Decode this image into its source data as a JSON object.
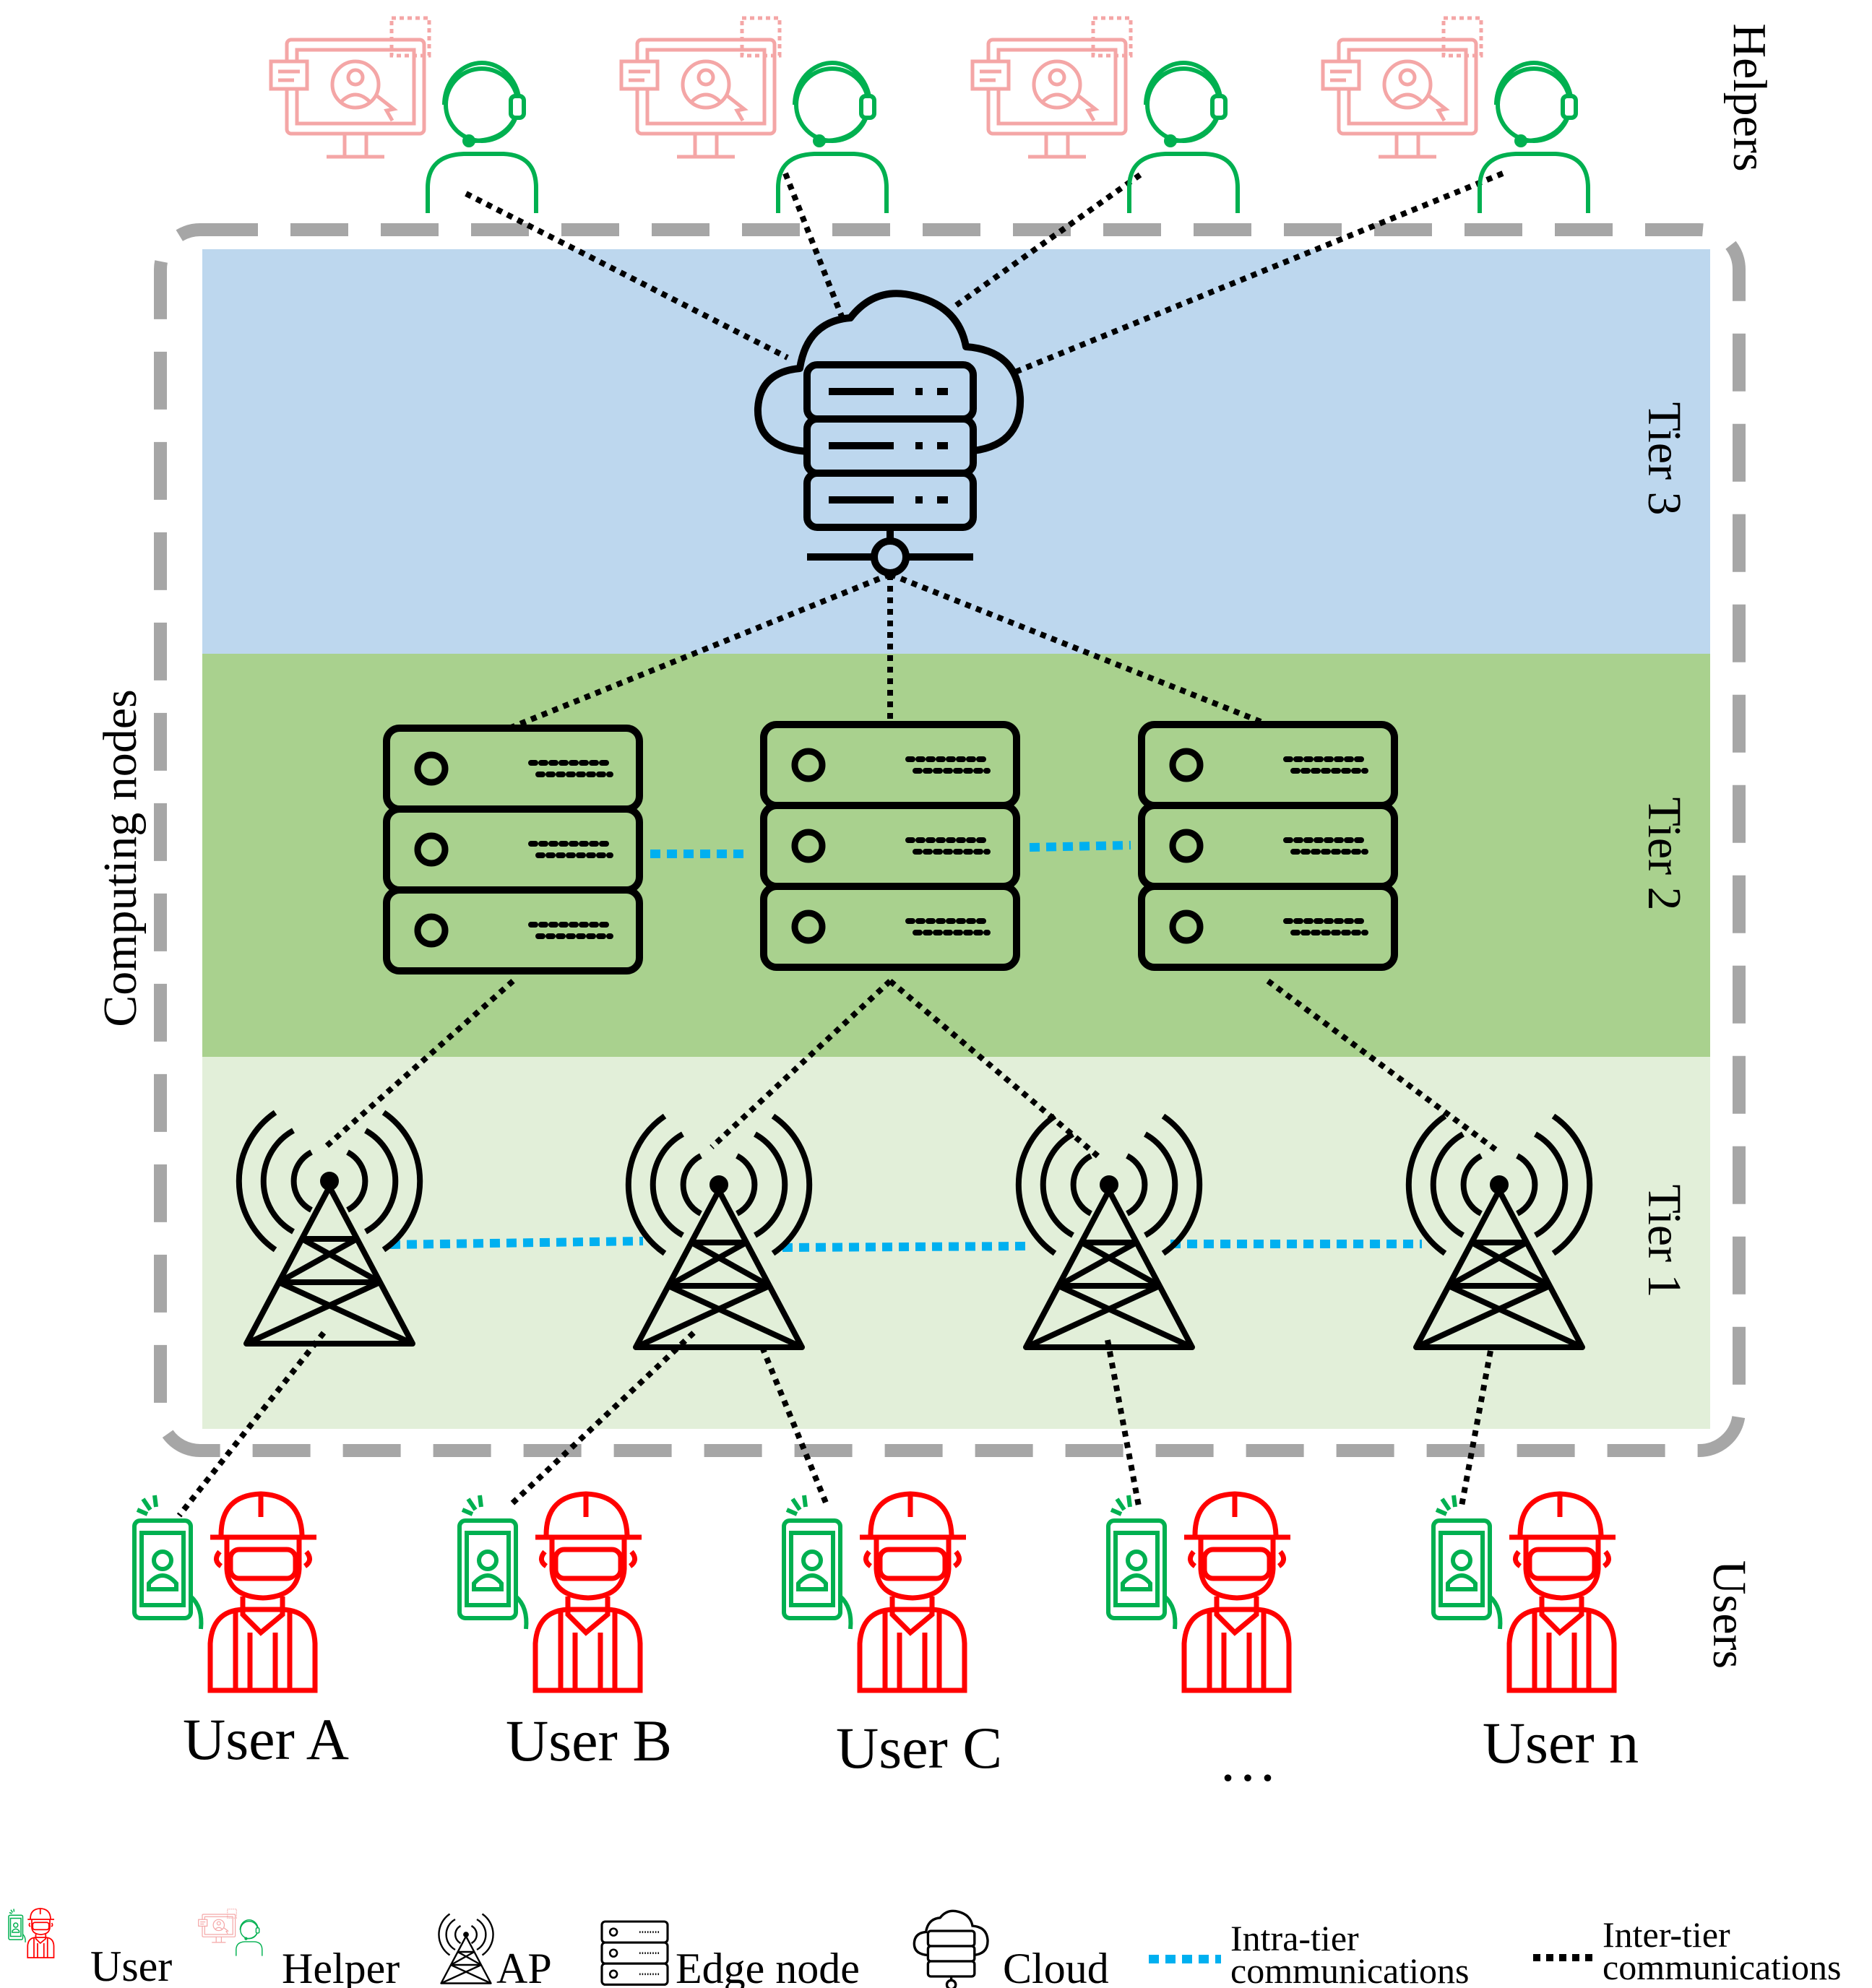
{
  "colors": {
    "tier3": "#bdd7ee",
    "tier2": "#a9d18e",
    "tier1": "#e2efd9",
    "boundary": "#a6a6a6",
    "intra": "#00b0f0",
    "inter": "#000000",
    "user": "#ff0000",
    "device": "#00b050",
    "helper_screen": "#f4a6a6",
    "helper_person": "#00b050",
    "node_fill": "#a9d18e",
    "cloud_fill": "#bdd7ee"
  },
  "labels": {
    "helpers": "Helpers",
    "tier3": "Tier 3",
    "tier2": "Tier 2",
    "tier1": "Tier 1",
    "users": "Users",
    "computing_nodes": "Computing nodes"
  },
  "users": [
    {
      "label": "User A"
    },
    {
      "label": "User B"
    },
    {
      "label": "User C"
    },
    {
      "label": "…"
    },
    {
      "label": "User n"
    }
  ],
  "legend": {
    "user": "User",
    "helper": "Helper",
    "ap": "AP",
    "edge_node": "Edge node",
    "cloud": "Cloud",
    "intra_line1": "Intra-tier",
    "intra_line2": "communications",
    "inter_line1": "Inter-tier",
    "inter_line2": "communications"
  }
}
